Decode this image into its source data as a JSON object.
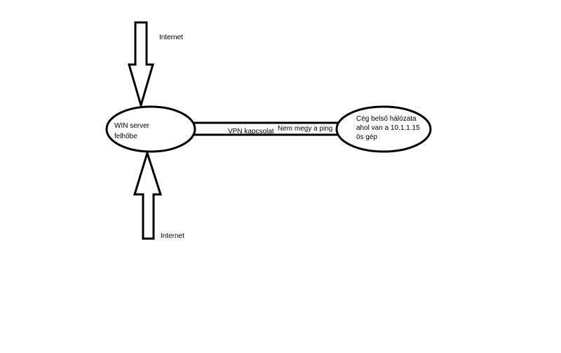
{
  "labels": {
    "internet_top": "Internet",
    "internet_bottom": "Internet",
    "server_line1": "WIN server",
    "server_line2": "felhőbe",
    "lan_line1": "Cég belső hálózata",
    "lan_line2": "ahol van a 10.1.1.15",
    "lan_line3": "ös gép",
    "vpn": "VPN kapcsolat",
    "ping": "Nem megy a ping"
  }
}
